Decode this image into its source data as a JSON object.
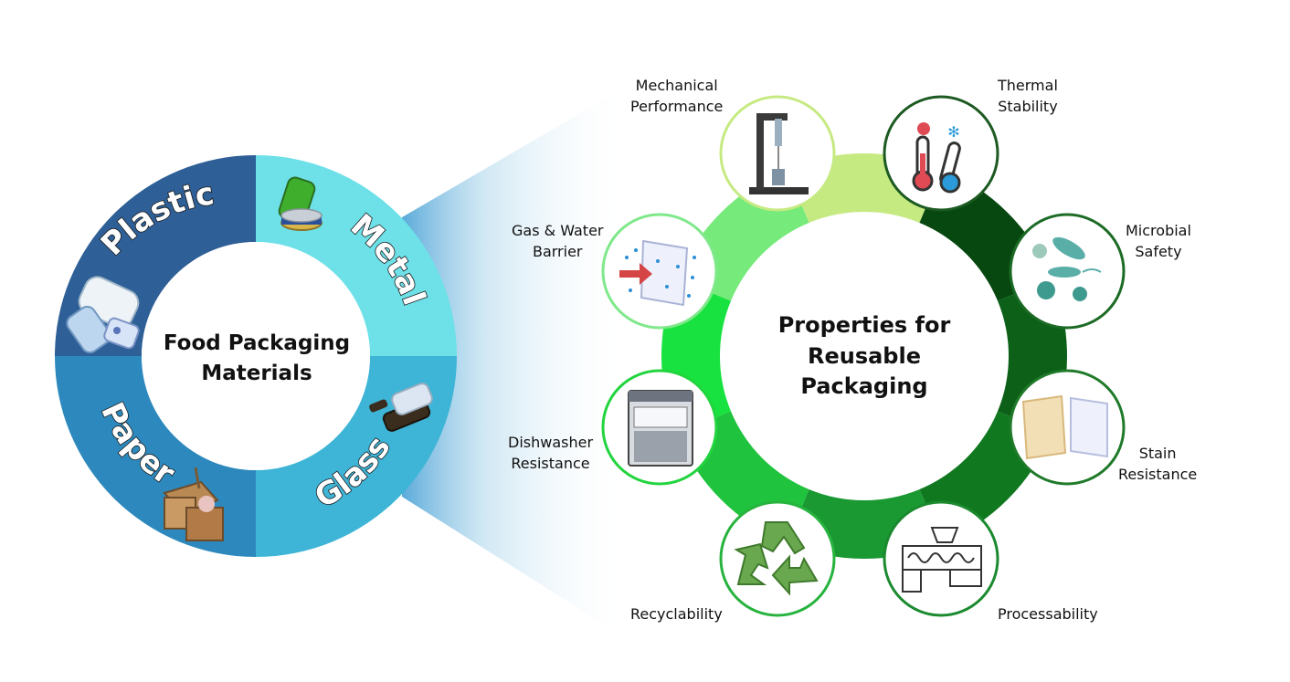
{
  "materials": {
    "title_line1": "Food Packaging",
    "title_line2": "Materials",
    "segments": [
      {
        "label": "Plastic",
        "color": "#2e5f96"
      },
      {
        "label": "Metal",
        "color": "#6de0e8"
      },
      {
        "label": "Glass",
        "color": "#3eb4d6"
      },
      {
        "label": "Paper",
        "color": "#2d89bd"
      }
    ]
  },
  "properties": {
    "title_line1": "Properties for",
    "title_line2": "Reusable",
    "title_line3": "Packaging",
    "items": [
      {
        "line1": "Mechanical",
        "line2": "Performance",
        "icon": "tensile-tester-icon"
      },
      {
        "line1": "Thermal",
        "line2": "Stability",
        "icon": "thermometers-icon"
      },
      {
        "line1": "Microbial",
        "line2": "Safety",
        "icon": "bacteria-icon"
      },
      {
        "line1": "Stain",
        "line2": "Resistance",
        "icon": "stained-sheets-icon"
      },
      {
        "line1": "Processability",
        "line2": "",
        "icon": "extruder-icon"
      },
      {
        "line1": "Recyclability",
        "line2": "",
        "icon": "recycle-icon"
      },
      {
        "line1": "Dishwasher",
        "line2": "Resistance",
        "icon": "dishwasher-icon"
      },
      {
        "line1": "Gas & Water",
        "line2": "Barrier",
        "icon": "barrier-film-icon"
      }
    ],
    "ring_colors": [
      "#c6ea82",
      "#06480f",
      "#0c6018",
      "#10781f",
      "#1a9932",
      "#1fc33d",
      "#18e23f",
      "#76ea7a"
    ]
  }
}
